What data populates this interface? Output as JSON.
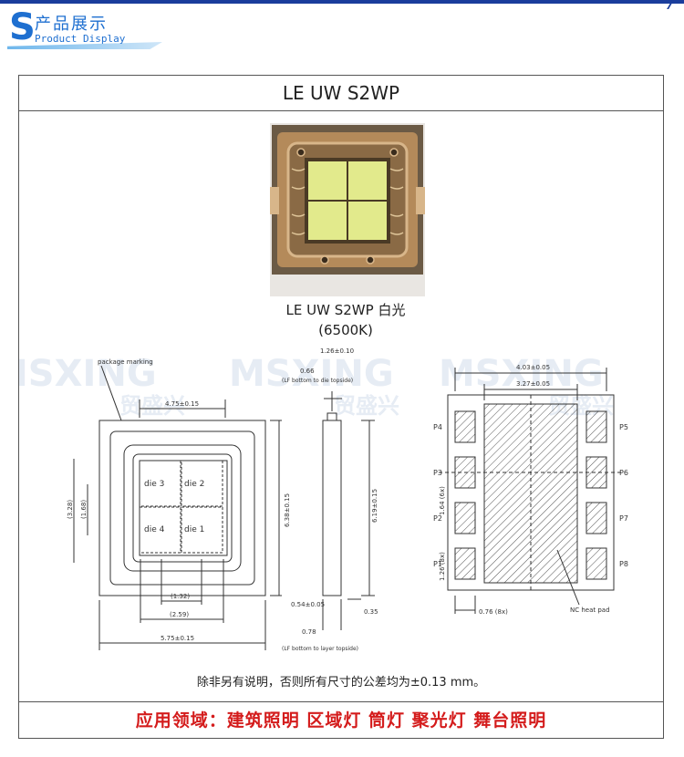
{
  "header": {
    "logo_letter": "S",
    "title_cn": "产品展示",
    "title_en": "Product Display"
  },
  "product": {
    "name": "LE UW S2WP",
    "caption_line1": "LE UW S2WP 白光",
    "caption_line2": "(6500K)"
  },
  "watermark": {
    "brand": "MSXING",
    "brand_cn": "贸盛兴"
  },
  "drawing": {
    "package_marking": "package marking",
    "dies": [
      "die 3",
      "die 2",
      "die 4",
      "die 1"
    ],
    "top_dim": "4.75±0.15",
    "bottom_dim": "5.75±0.15",
    "inner_132": "(1.32)",
    "inner_259": "(2.59)",
    "left_1328": "(3.28)",
    "left_168": "(1.68)",
    "right_638": "6.38±0.15",
    "side_top": "1.26±0.10",
    "side_066": "0.66",
    "side_note_top": "(LF bottom to die topside)",
    "side_619": "6.19±0.15",
    "side_054": "0.54±0.05",
    "side_035": "0.35",
    "side_078": "0.78",
    "side_note_bottom": "(LF bottom to layer topside)",
    "pads_left": [
      "P4",
      "P3",
      "P2",
      "P1"
    ],
    "pads_right": [
      "P5",
      "P6",
      "P7",
      "P8"
    ],
    "bottom_403": "4.03±0.05",
    "bottom_327": "3.27±0.05",
    "bottom_164": "1.64 (6x)",
    "bottom_126": "1.26 (8x)",
    "bottom_076": "0.76 (8x)",
    "nc_pad": "NC heat pad"
  },
  "notes": {
    "tolerance": "除非另有说明，否则所有尺寸的公差均为±0.13 mm。"
  },
  "applications": {
    "text": "应用领域：建筑照明 区域灯 筒灯 聚光灯 舞台照明"
  }
}
